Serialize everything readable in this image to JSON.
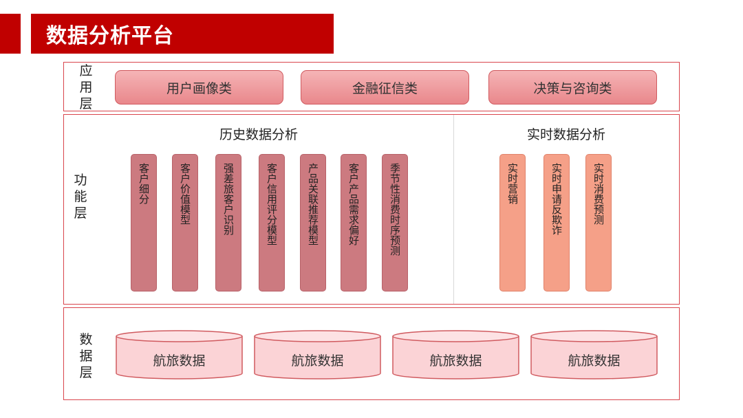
{
  "header": {
    "title": "数据分析平台"
  },
  "application_layer": {
    "label": "应用层",
    "items": [
      "用户画像类",
      "金融征信类",
      "决策与咨询类"
    ]
  },
  "function_layer": {
    "label": "功能层",
    "historical": {
      "title": "历史数据分析",
      "items": [
        "客户细分",
        "客户价值模型",
        "强差旅客户识别",
        "客户信用评分模型",
        "产品关联推荐模型",
        "客户产品需求偏好",
        "季节性消费时序预测"
      ]
    },
    "realtime": {
      "title": "实时数据分析",
      "items": [
        "实时营销",
        "实时申请反欺诈",
        "实时消费预测"
      ]
    }
  },
  "data_layer": {
    "label": "数据层",
    "items": [
      "航旅数据",
      "航旅数据",
      "航旅数据",
      "航旅数据"
    ]
  },
  "colors": {
    "brand": "#c00000",
    "layer_border": "#d9444c",
    "historical_pill": "#cc7a80",
    "realtime_pill": "#f5a088",
    "cylinder_fill": "#fbd3d6"
  }
}
